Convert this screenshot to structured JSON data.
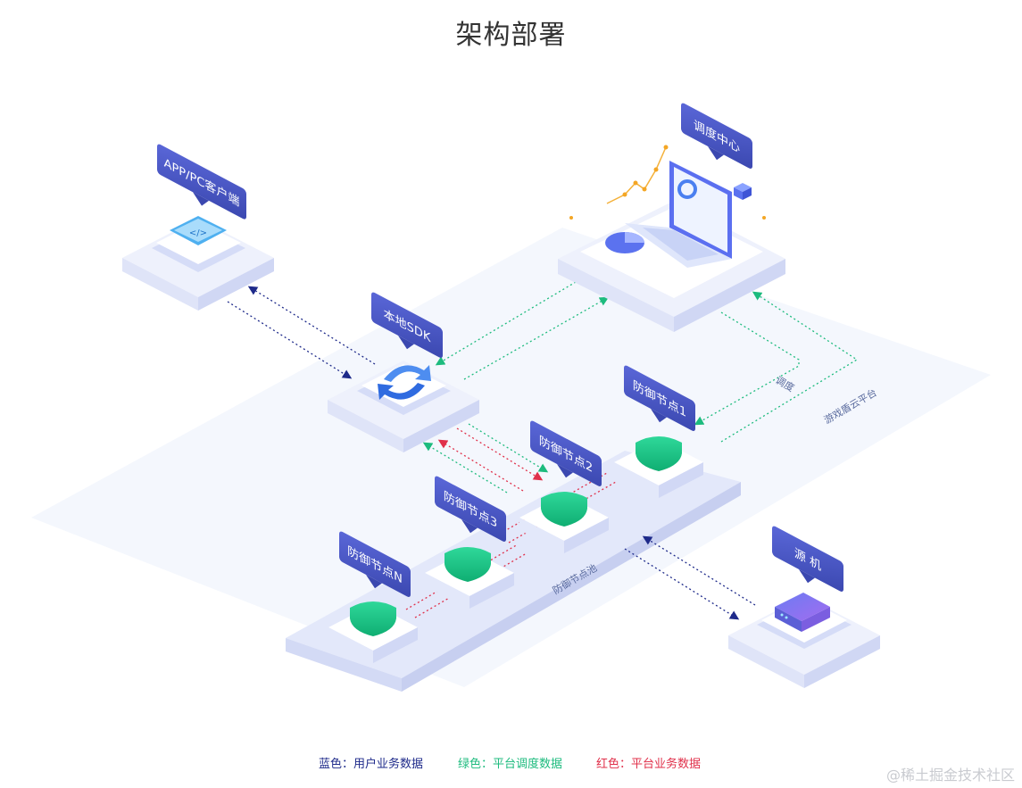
{
  "title": "架构部署",
  "nodes": {
    "client": "APP/PC客户端",
    "sdk": "本地SDK",
    "dispatch": "调度中心",
    "defense1": "防御节点1",
    "defense2": "防御节点2",
    "defense3": "防御节点3",
    "defenseN": "防御节点N",
    "origin": "源 机"
  },
  "labels": {
    "dispatch_edge": "调度",
    "cloud_platform": "游戏盾云平台",
    "defense_pool": "防御节点池"
  },
  "legend": [
    {
      "text": "蓝色：用户业务数据",
      "color": "#1e2a8a"
    },
    {
      "text": "绿色：平台调度数据",
      "color": "#1dbb7e"
    },
    {
      "text": "红色：平台业务数据",
      "color": "#e0304a"
    }
  ],
  "watermark": "@稀土掘金技术社区"
}
